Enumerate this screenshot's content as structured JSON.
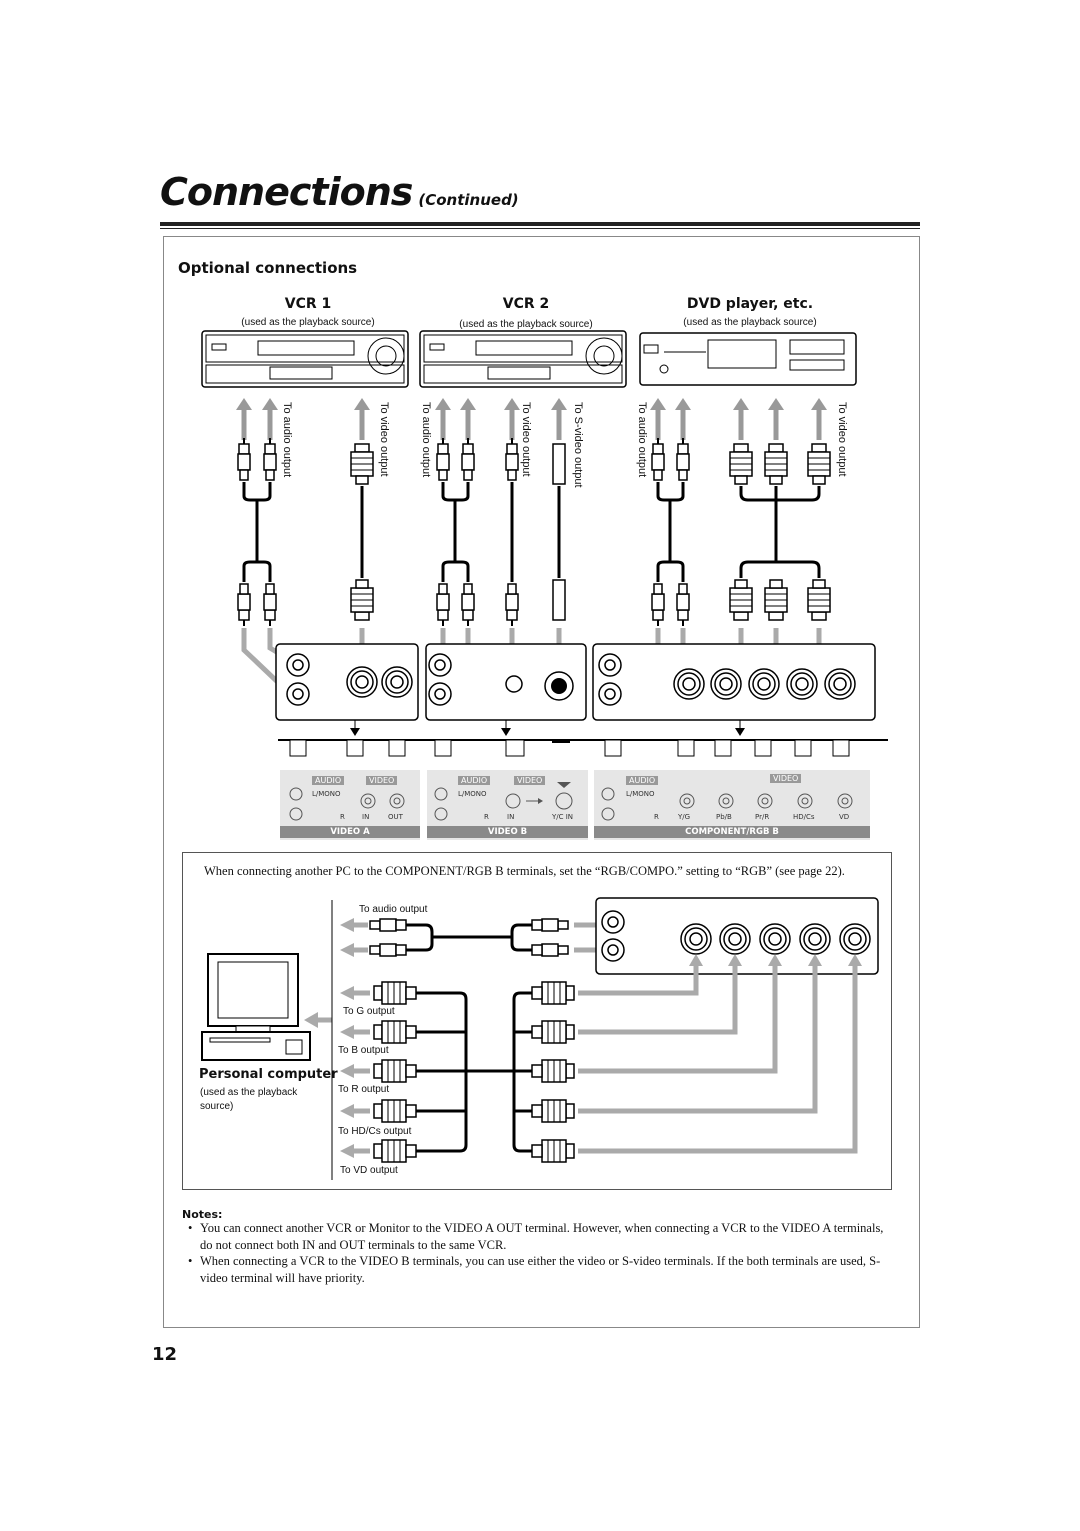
{
  "header": {
    "title": "Connections",
    "title_suffix": "(Continued)"
  },
  "section": {
    "title": "Optional connections"
  },
  "devices": [
    {
      "name": "VCR 1",
      "sub": "(used as the playback source)"
    },
    {
      "name": "VCR 2",
      "sub": "(used as the playback source)"
    },
    {
      "name": "DVD player, etc.",
      "sub": "(used as the playback source)"
    }
  ],
  "cable_labels": {
    "vcr1_audio": "To audio output",
    "vcr1_video": "To video output",
    "vcr2_audio": "To audio output",
    "vcr2_video": "To video output",
    "vcr2_svideo": "To S-video output",
    "dvd_audio": "To audio output",
    "dvd_video": "To video output"
  },
  "rear_panel": {
    "audio": "AUDIO",
    "video": "VIDEO",
    "lmono": "L/MONO",
    "r": "R",
    "in": "IN",
    "out": "OUT",
    "yc_in": "Y/C IN",
    "yg": "Y/G",
    "pbb": "Pb/B",
    "prr": "Pr/R",
    "hdcs": "HD/Cs",
    "vd": "VD",
    "strip_a": "VIDEO A",
    "strip_b": "VIDEO B",
    "strip_c": "COMPONENT/RGB B"
  },
  "pc_box": {
    "instruction": "When connecting another PC to the COMPONENT/RGB B terminals, set the “RGB/COMPO.” setting to “RGB” (see page 22).",
    "audio_label": "To audio output",
    "g_label": "To G output",
    "b_label": "To B output",
    "r_label": "To R output",
    "hdcs_label": "To HD/Cs output",
    "vd_label": "To  VD output",
    "pc_name": "Personal computer",
    "pc_sub": "(used as the playback source)"
  },
  "notes": {
    "heading": "Notes:",
    "items": [
      "You can connect another VCR or Monitor to the VIDEO A OUT terminal. However, when connecting a VCR to the VIDEO A terminals, do not connect both IN and OUT terminals to the same VCR.",
      "When connecting a VCR to the VIDEO B terminals, you can use either the video or S-video terminals. If the both terminals are used, S-video terminal will have priority."
    ]
  },
  "page_number": "12"
}
